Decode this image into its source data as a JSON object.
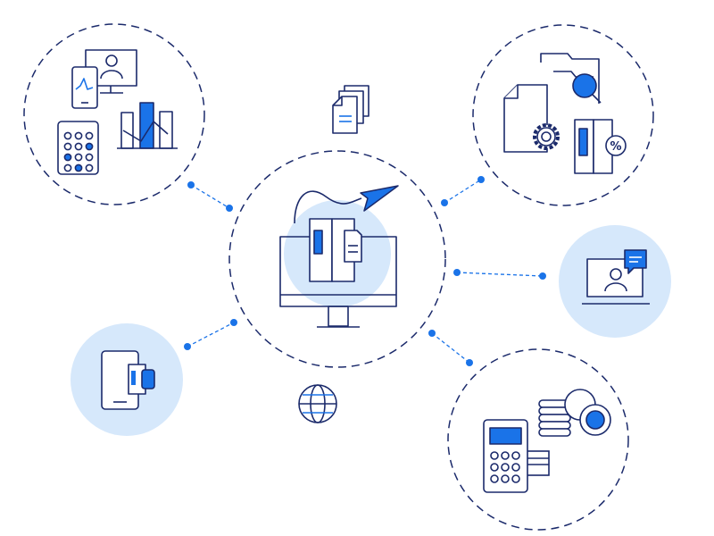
{
  "colors": {
    "navy": "#1b2a6b",
    "blue": "#1a73e8",
    "light_blue": "#d6e8fb",
    "white": "#ffffff"
  },
  "nodes": [
    {
      "id": "center",
      "icon": "monitor-binders-paper-plane-icon"
    },
    {
      "id": "top-left",
      "icon": "analytics-calculator-chart-icon"
    },
    {
      "id": "top-right",
      "icon": "documents-search-settings-icon"
    },
    {
      "id": "right",
      "icon": "video-chat-icon"
    },
    {
      "id": "bottom-left",
      "icon": "mobile-card-payment-icon"
    },
    {
      "id": "bottom-right",
      "icon": "pos-terminal-coins-icon"
    }
  ],
  "floating_icons": [
    "document-stack-icon",
    "globe-icon"
  ]
}
